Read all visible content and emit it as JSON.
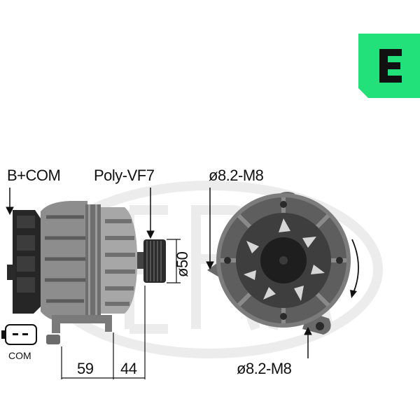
{
  "labels": {
    "connector_top": "B+COM",
    "pulley": "Poly-VF7",
    "bolt_top": "ø8.2-M8",
    "bolt_bottom": "ø8.2-M8",
    "pulley_diameter": "ø50",
    "connector_plug": "COM",
    "dim_left": "59",
    "dim_right": "44"
  },
  "colors": {
    "brand_green": "#22e07a",
    "ink": "#111111",
    "watermark": "#ececec",
    "body_dark": "#3a3a3a",
    "body_mid": "#7a7a7a",
    "body_light": "#b5b5b5"
  },
  "icons": {
    "brand": "era-logo-icon",
    "rotation": "rotation-arrow-icon"
  }
}
